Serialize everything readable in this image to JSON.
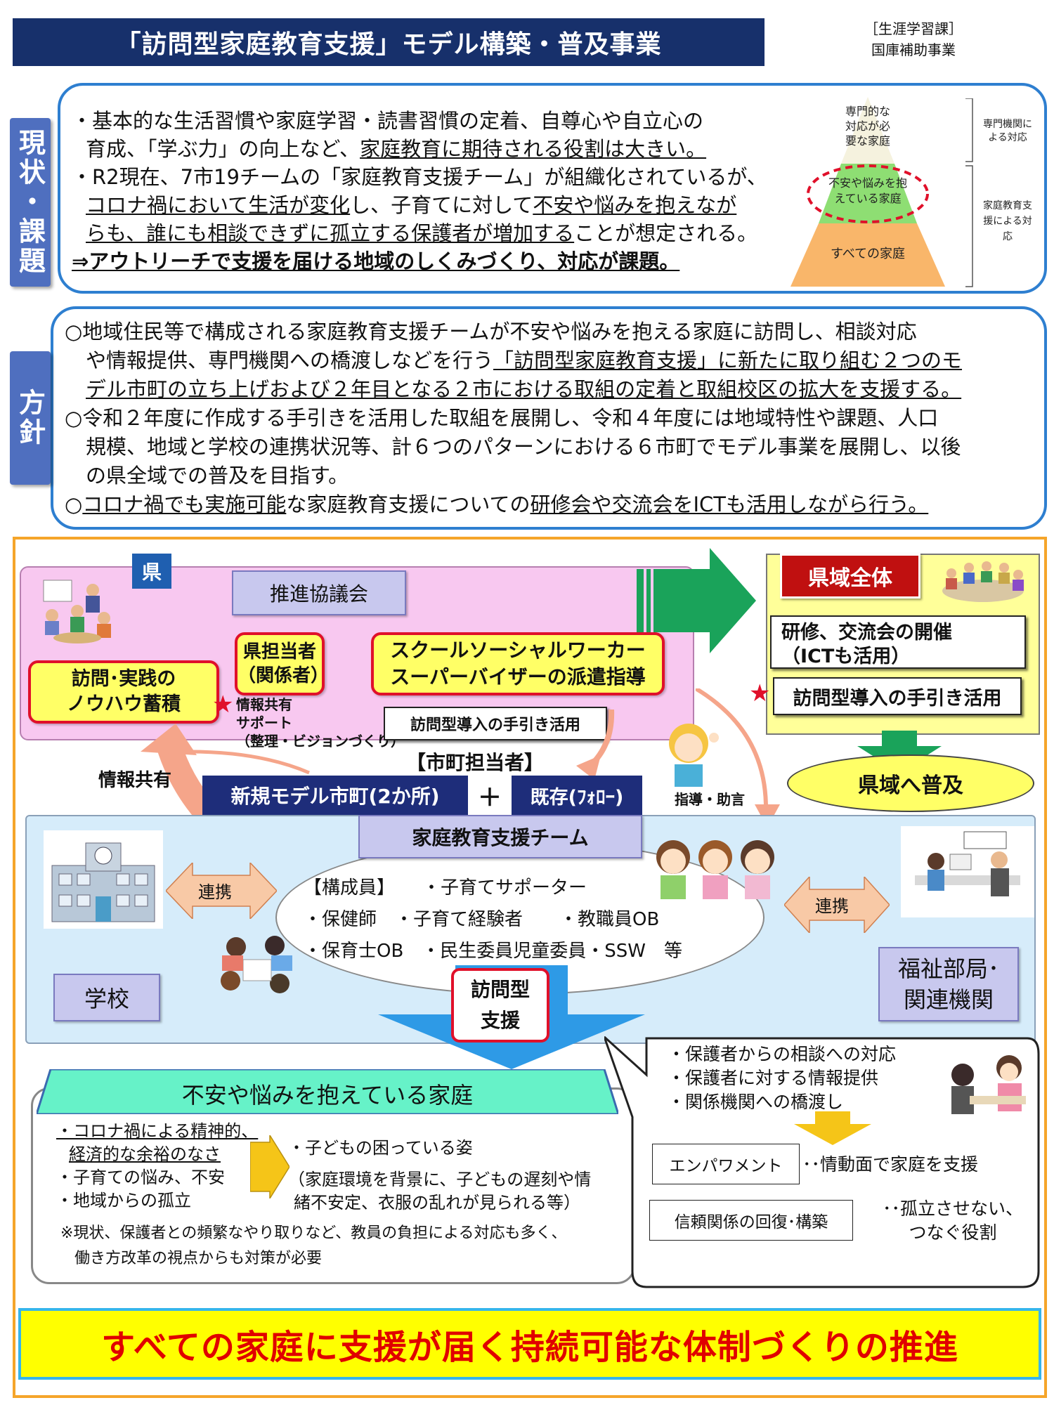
{
  "header": {
    "title": "「訪問型家庭教育支援」モデル構築・普及事業",
    "dept_line1": "［生涯学習課］",
    "dept_line2": "国庫補助事業"
  },
  "status": {
    "label": "現状・課題",
    "bullet1_a": "・基本的な生活習慣や家庭学習・読書習慣の定着、自尊心や自立心の",
    "bullet1_b_plain": "育成、「学ぶ力」の向上など、",
    "bullet1_b_u": "家庭教育に期待される役割は大きい。",
    "bullet2_a": "・R2現在、7市19チームの「家庭教育支援チーム」が組織化されているが、",
    "bullet2_b_u1": "コロナ禍において生活が変化",
    "bullet2_b_plain": "し、子育てに対して",
    "bullet2_b_u2": "不安や悩みを抱えなが",
    "bullet2_c_u": "らも、誰にも相談できずに孤立する保護者が増加する",
    "bullet2_c_plain": "ことが想定される。",
    "conclusion": "⇒アウトリーチで支援を届ける地域のしくみづくり、対応が課題。"
  },
  "pyramid": {
    "top": "専門的な対応が必要な家庭",
    "middle": "不安や悩みを抱えている家庭",
    "bottom": "すべての家庭",
    "note_top": "専門機関による対応",
    "note_bottom": "家庭教育支援による対応",
    "colors": {
      "top": "#f5f2de",
      "middle": "#8ede73",
      "bottom": "#f9b66a",
      "dash": "#e0102a"
    }
  },
  "policy": {
    "label": "方針",
    "p1_a": "○地域住民等で構成される家庭教育支援チームが不安や悩みを抱える家庭に訪問し、相談対応",
    "p1_b_plain": "や情報提供、専門機関への橋渡しなどを行う",
    "p1_b_u": "「訪問型家庭教育支援」に新たに取り組む２つのモ",
    "p1_c_u": "デル市町の立ち上げおよび２年目となる２市における取組の定着と取組校区の拡大を支援する。",
    "p2_a": "○令和２年度に作成する手引きを活用した取組を展開し、令和４年度には地域特性や課題、人口",
    "p2_b": "規模、地域と学校の連携状況等、計６つのパターンにおける６市町でモデル事業を展開し、以後",
    "p2_c": "の県全域での普及を目指す。",
    "p3_a": "○",
    "p3_u1": "コロナ禍でも実施可能",
    "p3_b": "な家庭教育支援についての",
    "p3_u2": "研修会や交流会をICTも活用しながら行う。"
  },
  "diagram": {
    "pref_tag": "県",
    "council": "推進協議会",
    "pref_officer": "県担当者\n（関係者）",
    "ssw": "スクールソーシャルワーカー\nスーパーバイザーの派遣指導",
    "knowhow": "訪問･実践の\nノウハウ蓄積",
    "info_support": "情報共有\nサポート\n（整理・ビジョンづくり）",
    "guide_use_small": "訪問型導入の手引き活用",
    "whole_pref_tag": "県域全体",
    "training": "研修、交流会の開催\n（ICTも活用）",
    "guide_use_big": "訪問型導入の手引き活用",
    "spread": "県域へ普及",
    "municipal_officer": "【市町担当者】",
    "info_share": "情報共有",
    "new_model": "新規モデル市町(2か所)",
    "plus": "＋",
    "existing": "既存(ﾌｫﾛｰ)",
    "guidance": "指導・助言",
    "team_title": "家庭教育支援チーム",
    "members_l1": "【構成員】　　・子育てサポーター",
    "members_l2": "・保健師　・子育て経験者　　・教職員OB",
    "members_l3": "・保育士OB　・民生委員児童委員・SSW　等",
    "link_left": "連携",
    "link_right": "連携",
    "school": "学校",
    "welfare": "福祉部局･\n関連機関",
    "visit_support": "訪問型\n支援",
    "troubled_title": "不安や悩みを抱えている家庭",
    "troubled_l1": "・コロナ禍による精神的、",
    "troubled_l2": "経済的な余裕のなさ",
    "troubled_l3": "・子育ての悩み、不安",
    "troubled_l4": "・地域からの孤立",
    "child_l1": "・子どもの困っている姿",
    "child_l2": "（家庭環境を背景に、子どもの遅刻や情",
    "child_l3": "緒不安定、衣服の乱れが見られる等）",
    "note_l1": "※現状、保護者との頻繁なやり取りなど、教員の負担による対応も多く、",
    "note_l2": "働き方改革の視点からも対策が必要",
    "bubble_l1": "・保護者からの相談への対応",
    "bubble_l2": "・保護者に対する情報提供",
    "bubble_l3": "・関係機関への橋渡し",
    "empower": "エンパワメント",
    "empower_desc": "･･情動面で家庭を支援",
    "trust": "信頼関係の回復･構築",
    "trust_desc": "･･孤立させない、\nつなぐ役割",
    "footer": "すべての家庭に支援が届く持続可能な体制づくりの推進"
  }
}
